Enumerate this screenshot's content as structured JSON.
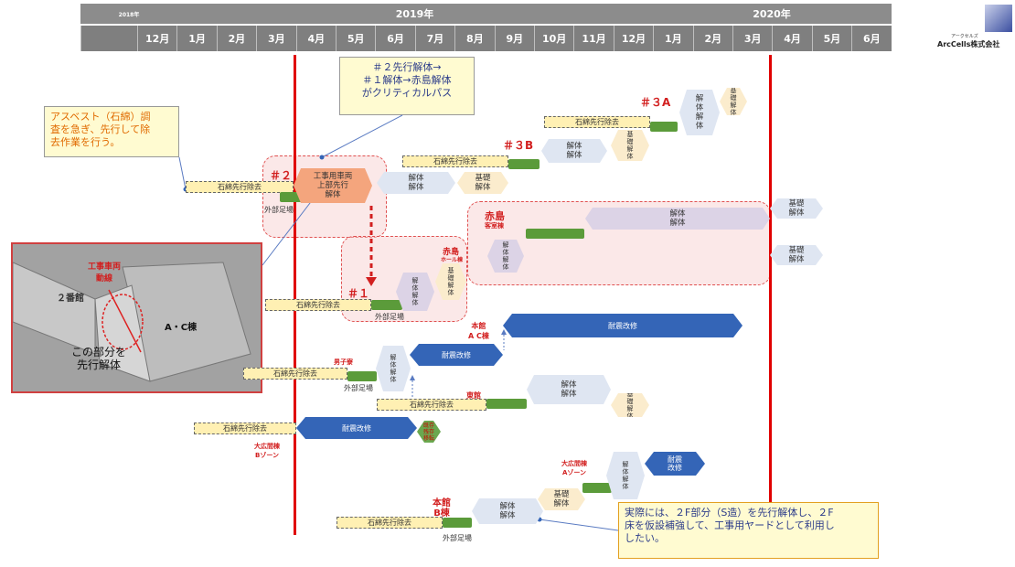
{
  "header": {
    "year_2018": "2018年",
    "year_2019": "2019年",
    "year_2020": "2020年",
    "months": [
      "12月",
      "1月",
      "2月",
      "3月",
      "4月",
      "5月",
      "6月",
      "7月",
      "8月",
      "9月",
      "10月",
      "11月",
      "12月",
      "1月",
      "2月",
      "3月",
      "4月",
      "5月",
      "6月"
    ]
  },
  "logo": {
    "kana": "アークセルズ",
    "name": "ArcCells株式会社",
    "color": "#3b4fa0"
  },
  "notes": {
    "critical": "＃２先行解体→\n＃１解体→赤島解体\nがクリティカルパス",
    "asbestos": "アスベスト（石綿）調\n査を急ぎ、先行して除\n去作業を行う。",
    "actual": "実際には、２F部分（S造）を先行解体し、２F\n床を仮設補強して、工事用ヤードとして利用し\nしたい。"
  },
  "photo": {
    "building2": "２番館",
    "ac": "A・C棟",
    "route": "工事車両\n動線",
    "demolish": "この部分を\n先行解体"
  },
  "labels": {
    "n2": "＃２",
    "n1": "＃１",
    "n3a": "＃３A",
    "n3b": "＃３B",
    "akajima": "赤島",
    "akajima_sub": "客室棟",
    "akajima_hall": "赤島",
    "akajima_hall_sub": "ホール棟",
    "honkan_ac": "本館\nA C棟",
    "danshi": "男子寮",
    "higashi": "東館",
    "oohiroma_b": "大広間棟\nBゾーン",
    "oohiroma_a": "大広間棟\nAゾーン",
    "honkan_b": "本館\nB棟",
    "zanryu": "既存\n残存\n移転",
    "gaibu1": "外部足場",
    "gaibu2": "外部足場",
    "gaibu3": "外部足場",
    "gaibu4": "外部足場"
  },
  "tasks": {
    "asbestos": "石綿先行除去",
    "demolition": "解体\n解体",
    "demolition_v": "解\n体\n解\n体",
    "foundation": "基礎\n解体",
    "foundation_v": "基\n礎\n解\n体",
    "seismic": "耐震改修",
    "seismic_v": "耐震\n改修",
    "kouji": "工事用車両\n上部先行\n解体"
  }
}
